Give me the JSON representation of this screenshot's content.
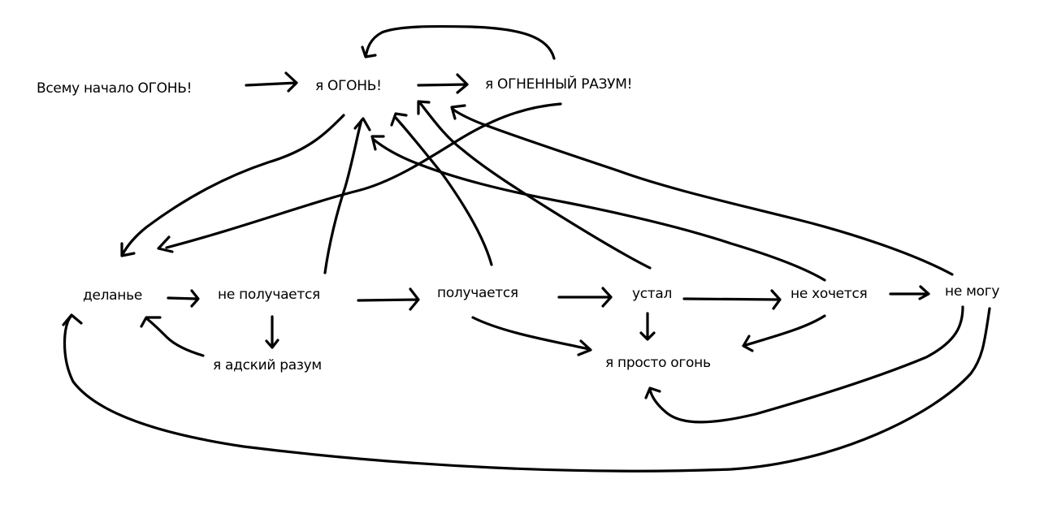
{
  "diagram": {
    "nodes": [
      {
        "id": "start",
        "label": "Всему начало ОГОНЬ!"
      },
      {
        "id": "fire",
        "label": "я ОГОНЬ!"
      },
      {
        "id": "fire_mind",
        "label": "я ОГНЕННЫЙ РАЗУМ!"
      },
      {
        "id": "doing",
        "label": "деланье"
      },
      {
        "id": "not_working",
        "label": "не получается"
      },
      {
        "id": "hell_mind",
        "label": "я адский разум"
      },
      {
        "id": "working",
        "label": "получается"
      },
      {
        "id": "tired",
        "label": "устал"
      },
      {
        "id": "just_fire",
        "label": "я просто огонь"
      },
      {
        "id": "dont_want",
        "label": "не хочется"
      },
      {
        "id": "cant",
        "label": "не могу"
      }
    ],
    "edges": [
      {
        "from": "start",
        "to": "fire"
      },
      {
        "from": "fire",
        "to": "fire_mind"
      },
      {
        "from": "fire_mind",
        "to": "fire"
      },
      {
        "from": "fire",
        "to": "doing"
      },
      {
        "from": "fire_mind",
        "to": "doing"
      },
      {
        "from": "doing",
        "to": "not_working"
      },
      {
        "from": "not_working",
        "to": "working"
      },
      {
        "from": "not_working",
        "to": "hell_mind"
      },
      {
        "from": "hell_mind",
        "to": "doing"
      },
      {
        "from": "not_working",
        "to": "fire"
      },
      {
        "from": "working",
        "to": "fire"
      },
      {
        "from": "working",
        "to": "tired"
      },
      {
        "from": "working",
        "to": "just_fire"
      },
      {
        "from": "tired",
        "to": "fire"
      },
      {
        "from": "tired",
        "to": "just_fire"
      },
      {
        "from": "tired",
        "to": "dont_want"
      },
      {
        "from": "dont_want",
        "to": "fire"
      },
      {
        "from": "dont_want",
        "to": "just_fire"
      },
      {
        "from": "dont_want",
        "to": "cant"
      },
      {
        "from": "cant",
        "to": "fire_mind"
      },
      {
        "from": "cant",
        "to": "just_fire"
      },
      {
        "from": "cant",
        "to": "doing"
      }
    ]
  }
}
